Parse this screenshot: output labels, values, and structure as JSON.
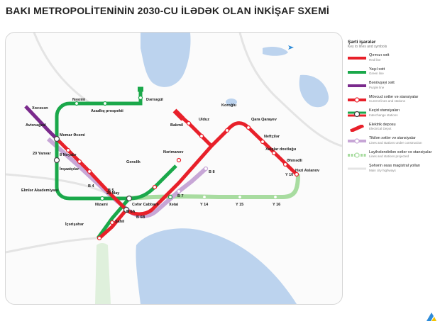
{
  "title": "BAKI METROPOLİTENİNİN 2030-CU İLƏDƏK OLAN İNKİŞAF SXEMİ",
  "colors": {
    "red_line": "#e8202a",
    "green_line": "#1aa84a",
    "purple_line": "#7a2a8c",
    "planned_green": "#a8dca0",
    "planned_purple": "#c7a6d6",
    "water": "#bcd3ee",
    "highway": "#e4e4e4"
  },
  "legend": {
    "heading": "Şərti işarələr",
    "subheading": "Key to lines and symbols",
    "items": [
      {
        "label": "Qırmızı xətt",
        "en": "Red line"
      },
      {
        "label": "Yaşıl xətt",
        "en": "Green line"
      },
      {
        "label": "Bənövşəyi xətt",
        "en": "Purple line"
      },
      {
        "label": "Mövcud xətlər və stansiyalar",
        "en": "Current lines and stations"
      },
      {
        "label": "Keçid stansiyaları",
        "en": "Interchange stations"
      },
      {
        "label": "Elektrik deposu",
        "en": "Electrical Depot"
      },
      {
        "label": "Tikilən xətlər və stansiyalar",
        "en": "Lines and stations under construction"
      },
      {
        "label": "Layihələndirilən xətlər və stansiyalar",
        "en": "Lines and stations projected"
      },
      {
        "label": "Şəhərin əsas magistral yolları",
        "en": "Main city highways"
      }
    ]
  },
  "stations": {
    "xocesen": "Xocəsən",
    "avtovagzal": "Avtovağzal",
    "memar_ecemi": "Memar Əcəmi",
    "nesimi": "Nəsimi",
    "azadliq": "Azadlıq prospekti",
    "dernegul": "Dərnəgül",
    "yanvar20": "20 Yanvar",
    "noyabr8": "8 Noyabr",
    "inshaatchilar": "İnşaatçılar",
    "elmler": "Elmlər Akademiyası",
    "b4": "B 4",
    "b5": "B 5",
    "nizami": "Nizami",
    "may28": "28 May",
    "ceferCabbarli": "Cəfər Cabbarlı",
    "xetai": "Xətai",
    "b6a": "B 6A",
    "b6b": "B 6B",
    "sahil": "Sahil",
    "icherisheher": "İçərişəhər",
    "gencilik": "Gənclik",
    "b7": "B 7",
    "b8": "B 8",
    "nerimanov": "Nərimanov",
    "bakmil": "Bakmil",
    "ulduz": "Ulduz",
    "koroglu": "Koroğlu",
    "qaraQarayev": "Qara Qarayev",
    "neftchiler": "Neftçilər",
    "xalqlar": "Xalqlar dostluğu",
    "ehmedli": "Əhmədli",
    "heziAslanov": "Həzi Aslanov",
    "y10": "Y 10",
    "y14": "Y 14",
    "y15": "Y 15",
    "y16": "Y 16"
  },
  "icons": [
    "airport-icon",
    "depot-icon",
    "interchange-icon"
  ]
}
